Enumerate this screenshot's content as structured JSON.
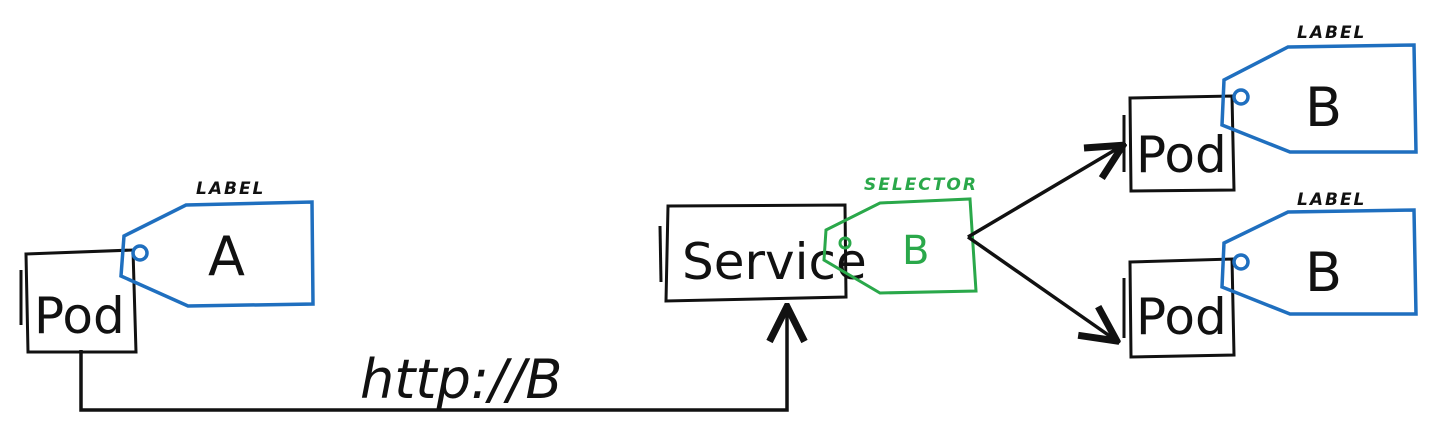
{
  "pod_a": {
    "box_label": "Pod",
    "label_caption": "LABEL",
    "label_value": "A"
  },
  "service": {
    "box_label": "Service",
    "selector_caption": "SELECTOR",
    "selector_value": "B"
  },
  "request": {
    "url": "http://B"
  },
  "pod_b1": {
    "box_label": "Pod",
    "label_caption": "LABEL",
    "label_value": "B"
  },
  "pod_b2": {
    "box_label": "Pod",
    "label_caption": "LABEL",
    "label_value": "B"
  },
  "colors": {
    "ink": "#111111",
    "label": "#1f6fbf",
    "selector": "#2aa84a"
  }
}
